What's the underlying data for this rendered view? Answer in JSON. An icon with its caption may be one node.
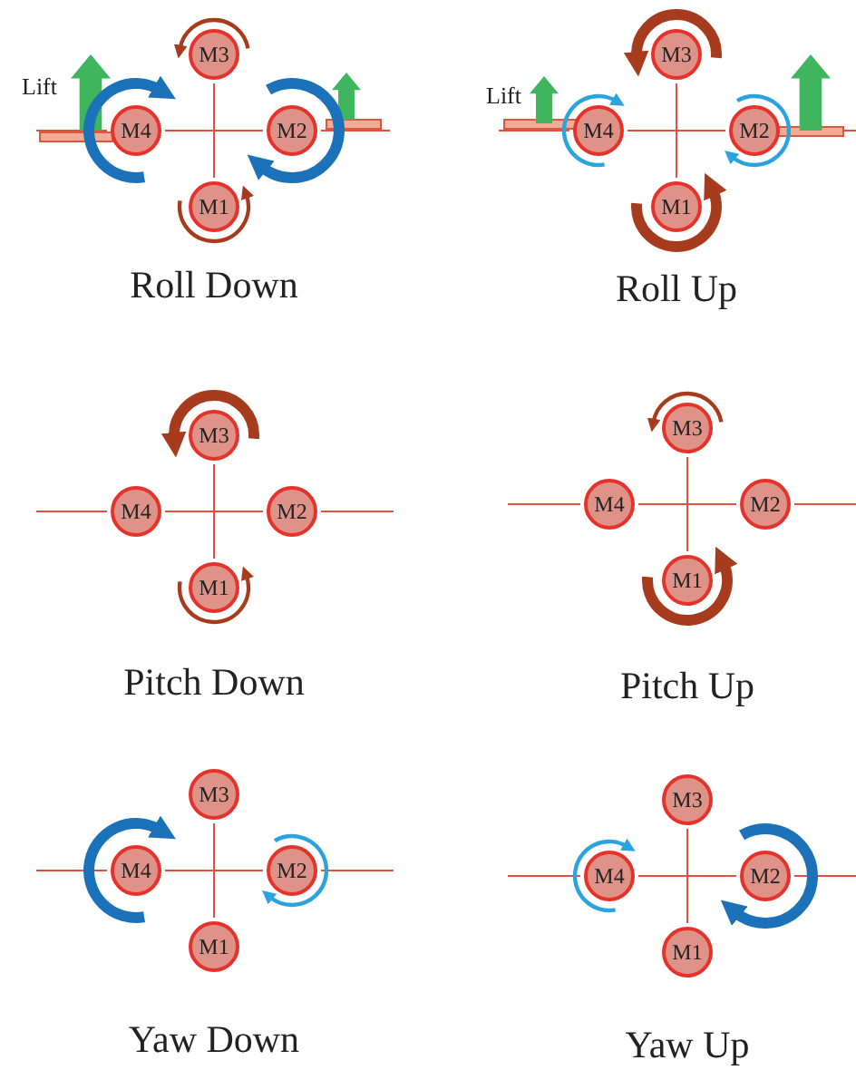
{
  "diagram": {
    "nodes": [
      {
        "text": [
          "M3"
        ]
      },
      {
        "text": [
          "M4"
        ]
      },
      {
        "text": [
          "M2"
        ]
      },
      {
        "text": [
          "M1"
        ]
      },
      {
        "text": [
          "M3"
        ]
      },
      {
        "text": [
          "M4"
        ]
      },
      {
        "text": [
          "M2"
        ]
      },
      {
        "text": [
          "M1"
        ]
      },
      {
        "text": [
          "M3"
        ]
      },
      {
        "text": [
          "M4"
        ]
      },
      {
        "text": [
          "M2"
        ]
      },
      {
        "text": [
          "M1"
        ]
      },
      {
        "text": [
          "M3"
        ]
      },
      {
        "text": [
          "M4"
        ]
      },
      {
        "text": [
          "M2"
        ]
      },
      {
        "text": [
          "M1"
        ]
      },
      {
        "text": [
          "M3"
        ]
      },
      {
        "text": [
          "M4"
        ]
      },
      {
        "text": [
          "M2"
        ]
      },
      {
        "text": [
          "M1"
        ]
      },
      {
        "text": [
          "M3"
        ]
      },
      {
        "text": [
          "M4"
        ]
      },
      {
        "text": [
          "M2"
        ]
      },
      {
        "text": [
          "M1"
        ]
      }
    ],
    "edges": [
      {
        "from": 1,
        "to": 2,
        "arrow": "none"
      },
      {
        "from": 0,
        "to": 3,
        "arrow": "none"
      },
      {
        "from": 5,
        "to": 6,
        "arrow": "none"
      },
      {
        "from": 4,
        "to": 7,
        "arrow": "none"
      },
      {
        "from": 9,
        "to": 10,
        "arrow": "none"
      },
      {
        "from": 8,
        "to": 11,
        "arrow": "none"
      },
      {
        "from": 13,
        "to": 14,
        "arrow": "none"
      },
      {
        "from": 12,
        "to": 15,
        "arrow": "none"
      },
      {
        "from": 17,
        "to": 18,
        "arrow": "none"
      },
      {
        "from": 16,
        "to": 19,
        "arrow": "none"
      },
      {
        "from": 21,
        "to": 22,
        "arrow": "none"
      },
      {
        "from": 20,
        "to": 23,
        "arrow": "none"
      }
    ],
    "labels": [
      "Lift",
      "Lift",
      "Roll Down",
      "Roll Up",
      "Pitch Down",
      "Pitch Up",
      "Yaw Down",
      "Yaw Up"
    ]
  }
}
